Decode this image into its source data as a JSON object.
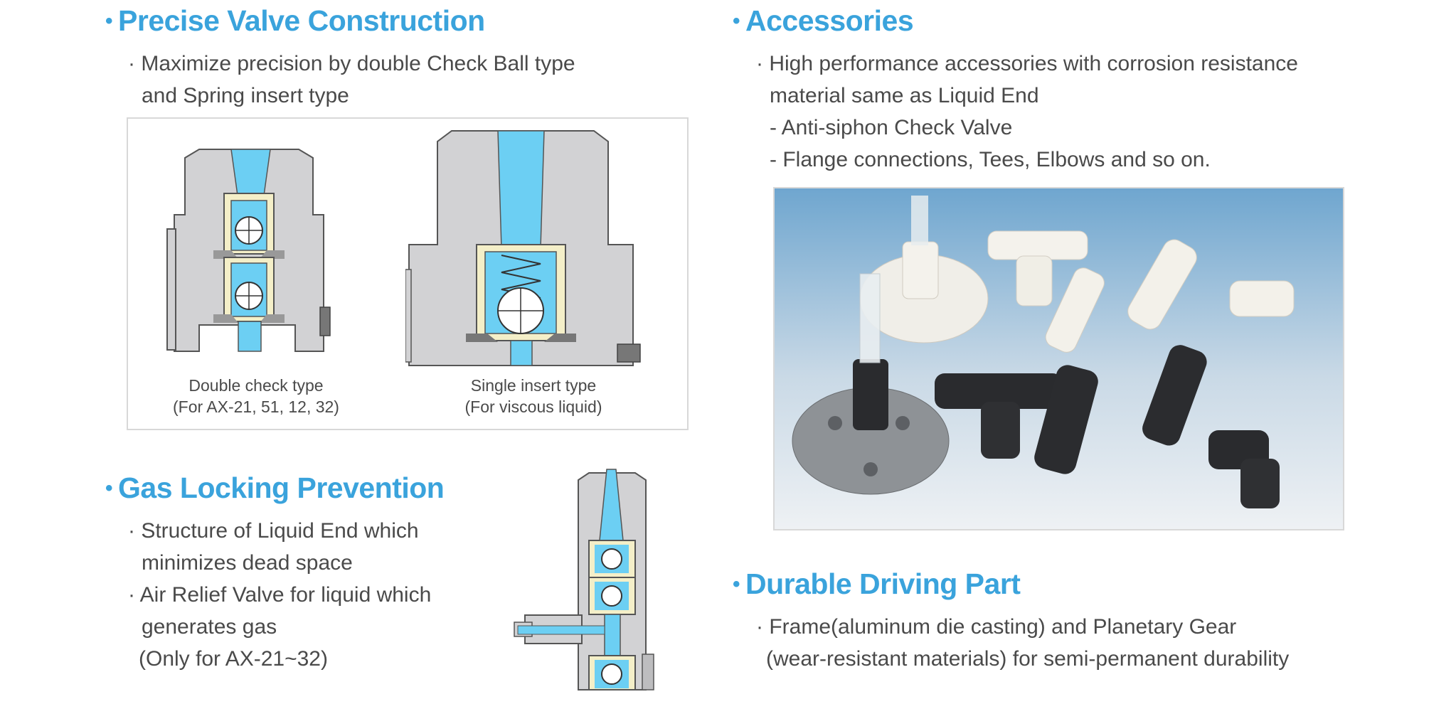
{
  "valve": {
    "title": "Precise Valve Construction",
    "desc_line1": "· Maximize precision by double Check Ball type",
    "desc_line2": "and Spring insert type",
    "diagram_left": {
      "caption_line1": "Double check type",
      "caption_line2": "(For AX-21, 51, 12, 32)"
    },
    "diagram_right": {
      "caption_line1": "Single insert type",
      "caption_line2": "(For viscous liquid)"
    }
  },
  "gas": {
    "title": "Gas Locking Prevention",
    "lines": [
      "· Structure of Liquid End which",
      "minimizes dead space",
      "· Air Relief Valve for liquid which",
      "generates gas",
      "(Only for AX-21~32)"
    ]
  },
  "accessories": {
    "title": "Accessories",
    "lines": [
      "· High performance accessories with corrosion resistance",
      "material same as Liquid End",
      "- Anti-siphon Check Valve",
      "- Flange connections, Tees, Elbows and so on."
    ]
  },
  "driving": {
    "title": "Durable Driving Part",
    "line1": "· Frame(aluminum die casting) and Planetary Gear",
    "line2": "(wear-resistant materials) for semi-permanent durability"
  },
  "colors": {
    "accent": "#3aa3dc",
    "text": "#4a4a4a",
    "fluid": "#6ccff3",
    "body_gray": "#d2d2d4",
    "insert": "#f4efc8"
  },
  "icons": {
    "bullet": "•"
  }
}
